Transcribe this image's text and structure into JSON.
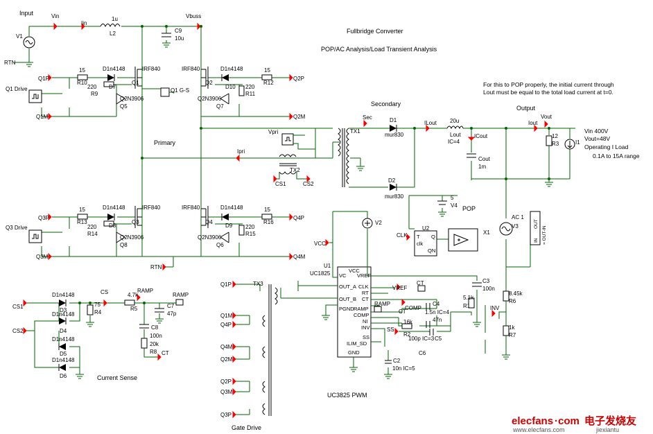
{
  "title": {
    "line1": "Fullbridge Converter",
    "line2": "POP/AC Analysis/Load Transient Analysis"
  },
  "note": {
    "line1": "For this to POP properly, the initial current through",
    "line2": "Lout must be equal to the total load current at t=0."
  },
  "spec": {
    "line1": "Vin 400V",
    "line2": "Vout=48V",
    "line3": "Operating I Load",
    "line4": "0.1A to 15A range"
  },
  "sections": {
    "input": "Input",
    "primary": "Primary",
    "secondary": "Secondary",
    "output": "Output",
    "current_sense": "Current Sense",
    "gate_drive": "Gate Drive",
    "pwm": "UC3825 PWM",
    "pop": "POP"
  },
  "input_stage": {
    "vin": "Vin",
    "iin": "Iin",
    "v1": "V1",
    "rtn": "RTN",
    "l2_val": "1u",
    "l2": "L2",
    "vbuss": "Vbuss",
    "c9": "C9",
    "c9_val": "10u"
  },
  "drive_q1": {
    "port_q1p": "Q1P",
    "port_q1m": "Q1M",
    "drive": "Q1 Drive",
    "r_val": "15",
    "r": "R10",
    "rb_val": "220",
    "rb": "R9",
    "diode": "D1n4148",
    "d": "D7",
    "fet": "IRF840",
    "q": "Q1",
    "bjt": "Q2N3906",
    "qb": "Q5",
    "gs": "Q1 G-S"
  },
  "drive_q2": {
    "port": "Q2P",
    "port_m": "Q2M",
    "fet": "IRF840",
    "q": "Q2",
    "diode": "D1n4148",
    "d": "D10",
    "r_val": "15",
    "r": "R12",
    "rb_val": "220",
    "rb": "R11",
    "bjt": "Q2N3906",
    "qb": "Q7"
  },
  "drive_q3": {
    "port_q3p": "Q3P",
    "port_q3m": "Q3M",
    "drive": "Q3 Drive",
    "r_val": "15",
    "r": "R13",
    "rb_val": "220",
    "rb": "R14",
    "diode": "D1n4148",
    "d": "D8",
    "fet": "IRF840",
    "q": "Q3",
    "bjt": "Q2N3906",
    "qb": "Q8",
    "rtn": "RTN"
  },
  "drive_q4": {
    "port": "Q4P",
    "port_m": "Q4M",
    "fet": "IRF840",
    "q": "Q4",
    "diode": "D1n4148",
    "d": "D9",
    "r_val": "15",
    "r": "R16",
    "rb_val": "220",
    "rb": "R15",
    "bjt": "Q2N3906",
    "qb": "Q6"
  },
  "transformer": {
    "vpri": "Vpri",
    "ipri": "Ipri",
    "tx1": "TX1",
    "tx2": "TX2",
    "cs1": "CS1",
    "cs2": "CS2",
    "sec": "Sec"
  },
  "rectifier": {
    "d1": "D1",
    "d1_part": "mur830",
    "d2": "D2",
    "d2_part": "mur830",
    "ilout": "ILout",
    "lout_val": "20u",
    "lout": "Lout",
    "lout_ic": "IC=4",
    "icout": "ICout",
    "cout": "Cout",
    "cout_val": "1m",
    "iout": "Iout",
    "vout": "Vout",
    "r3_val": "12",
    "r3": "R3",
    "i1": "I1"
  },
  "pop_block": {
    "v4_val": "5",
    "v4": "V4",
    "clk": "CLK",
    "u2": "U2",
    "t": "T",
    "q": "Q",
    "clk_pin": "clk",
    "qn": "QN",
    "x1": "X1",
    "ac": "AC 1",
    "v3": "V3",
    "in": "IN",
    "out": "OUT",
    "eq_out_in": "= OUT-IN"
  },
  "pwm_block": {
    "v2": "V2",
    "vcc": "VCC",
    "u1": "U1",
    "part": "UC1825",
    "vc": "VC",
    "vcc_pin": "VCC",
    "vref_pin": "VREF",
    "out_a": "OUT_A",
    "clk_pin": "CLK",
    "rt": "RT",
    "out_b": "OUT_B",
    "ct_pin": "CT",
    "pgnd": "PGND",
    "ramp_pin": "RAMP",
    "comp_pin": "COMP",
    "ni": "NI",
    "inv": "INV",
    "ss": "SS",
    "ilim": "ILIM_SD",
    "gnd": "GND",
    "vref": "VREF",
    "ct": "CT",
    "ramp": "RAMP",
    "comp": "COMP",
    "ss_label": "SS",
    "c3": "C3",
    "c3_val": "100n",
    "r1_val": "5.1k",
    "r1": "R1",
    "c4": "C4",
    "c4_val": "1.5n IC=4",
    "c4_val2": "47n",
    "r2_val": "16k",
    "r2": "R2",
    "c5_val": "100p IC=3",
    "c5": "C5",
    "c6": "C6",
    "c2": "C2",
    "c2_val": "10n IC=5",
    "r6_val": "8.45k",
    "r6": "R6",
    "inv_label": "INV",
    "r7_val": "1k",
    "r7": "R7"
  },
  "sense_block": {
    "cs1": "CS1",
    "cs2": "CS2",
    "d3": "D3",
    "d4": "D4",
    "d5": "D5",
    "d6": "D6",
    "diode": "D1n4148",
    "cs": "CS",
    "r4_val": "75",
    "r4": "R4",
    "r5_val": "4.7k",
    "r5": "R5",
    "ramp": "RAMP",
    "ramp2": "RAMP",
    "c7": "C7",
    "c7_val": "47p",
    "c8": "C8",
    "c8_val": "100n",
    "r8_val": "20k",
    "r8": "R8",
    "ct": "CT"
  },
  "gate_block": {
    "tx3": "TX3",
    "ports": [
      "Q1P",
      "Q1M",
      "Q4P",
      "Q4M",
      "Q2M",
      "Q2P",
      "Q3M",
      "Q3P"
    ]
  },
  "watermark": {
    "brand": "elecfans",
    "dotcom": "·com",
    "cn": "电子发烧友",
    "url": "www.elecfans.com",
    "site": "jiexiantu"
  }
}
